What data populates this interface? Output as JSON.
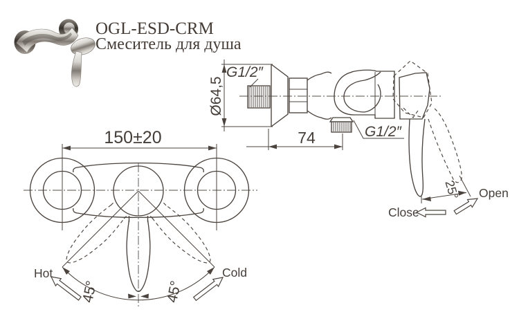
{
  "product": {
    "code": "OGL-ESD-CRM",
    "name": "Смеситель для душа"
  },
  "front_view": {
    "width": "150±20",
    "hot": "Hot",
    "cold": "Cold",
    "angle_left": "45°",
    "angle_right": "45°"
  },
  "side_view": {
    "thread_top": "G1/2″",
    "diameter": "Ø64,5",
    "depth": "74",
    "thread_bottom": "G1/2″",
    "open_angle": "25°",
    "open": "Open",
    "close": "Close"
  },
  "colors": {
    "line": "#4b433d",
    "text": "#453e38",
    "background": "#ffffff"
  }
}
